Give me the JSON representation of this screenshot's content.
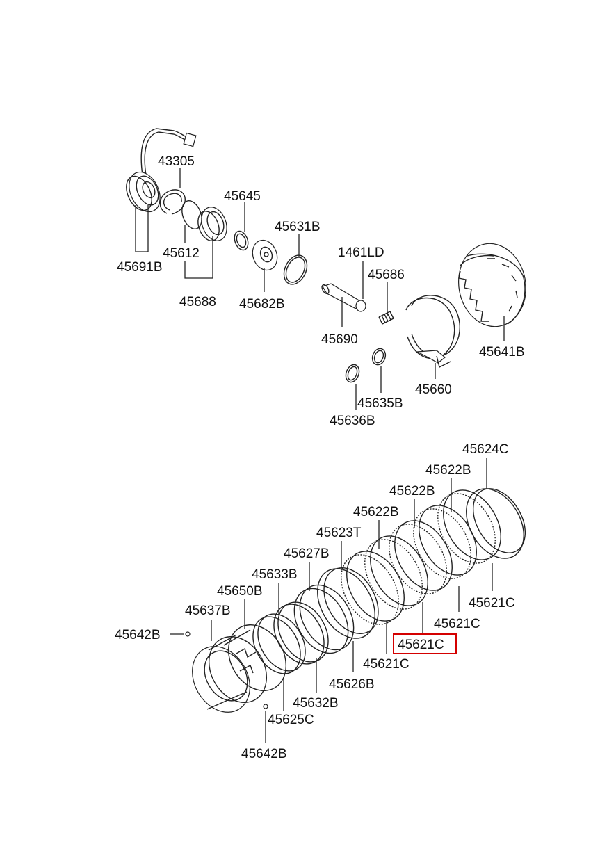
{
  "diagram": {
    "labels": {
      "p43305": "43305",
      "p45691B": "45691B",
      "p45612": "45612",
      "p45688": "45688",
      "p45645": "45645",
      "p45682B": "45682B",
      "p45631B": "45631B",
      "p1461LD": "1461LD",
      "p45686": "45686",
      "p45690": "45690",
      "p45641B": "45641B",
      "p45660": "45660",
      "p45635B": "45635B",
      "p45636B": "45636B",
      "p45624C": "45624C",
      "p45622B_a": "45622B",
      "p45622B_b": "45622B",
      "p45622B_c": "45622B",
      "p45623T": "45623T",
      "p45627B": "45627B",
      "p45633B": "45633B",
      "p45650B": "45650B",
      "p45637B": "45637B",
      "p45642B_a": "45642B",
      "p45642B_b": "45642B",
      "p45621C_a": "45621C",
      "p45621C_b": "45621C",
      "p45621C_c": "45621C",
      "p45621C_d": "45621C",
      "p45626B": "45626B",
      "p45632B": "45632B",
      "p45625C": "45625C"
    },
    "highlight_color": "#d40000"
  }
}
